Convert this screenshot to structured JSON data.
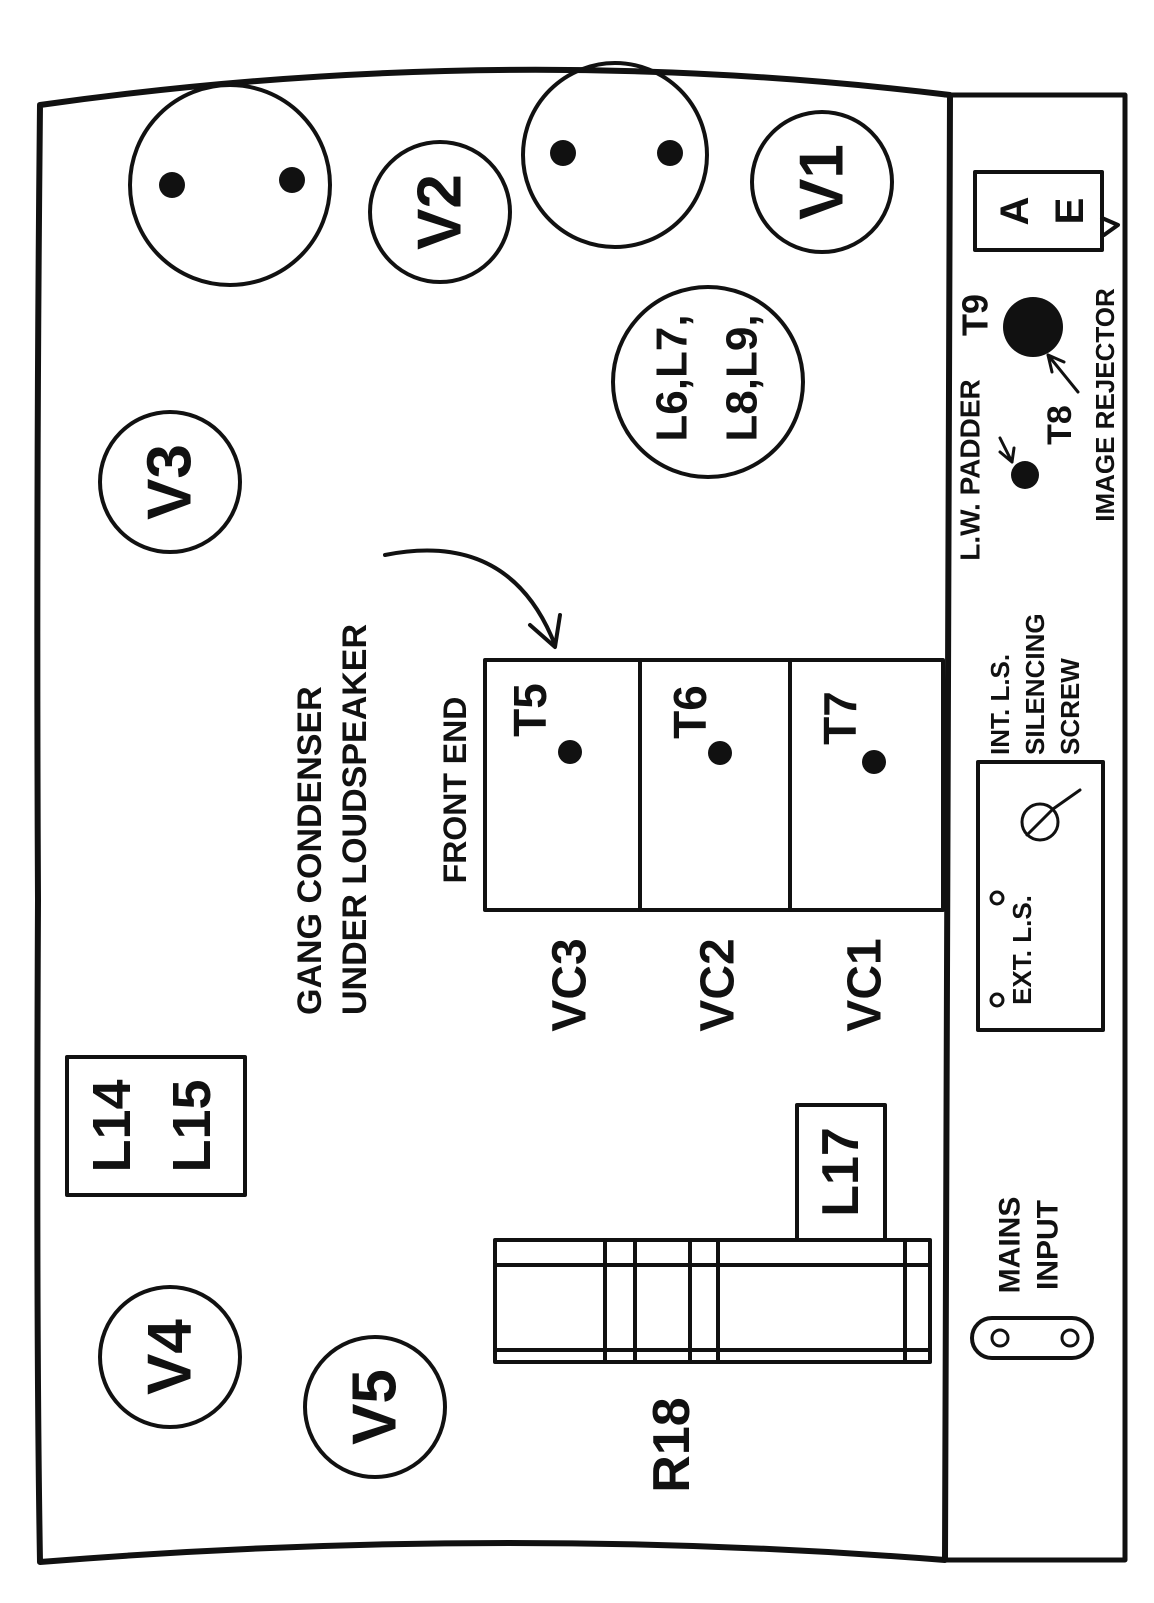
{
  "valves": {
    "v1": "V1",
    "v2": "V2",
    "v3": "V3",
    "v4": "V4",
    "v5": "V5"
  },
  "coils": {
    "l6_l9_line1": "L6,L7,",
    "l6_l9_line2": "L8,L9,",
    "l14": "L14",
    "l15": "L15",
    "l17": "L17"
  },
  "resistor": {
    "r18": "R18"
  },
  "gang": {
    "heading_line1": "GANG CONDENSER",
    "heading_line2": "UNDER LOUDSPEAKER",
    "front_end": "FRONT END",
    "trimmers": [
      "T5",
      "T6",
      "T7"
    ],
    "sections": [
      "VC3",
      "VC2",
      "VC1"
    ]
  },
  "panel": {
    "terminal_a": "A",
    "terminal_e": "E",
    "t9": "T9",
    "t8": "T8",
    "lw_padder": "L.W. PADDER",
    "image_rejector": "IMAGE REJECTOR",
    "int_ls_line1": "INT. L.S.",
    "int_ls_line2": "SILENCING",
    "int_ls_line3": "SCREW",
    "ext_ls": "EXT. L.S.",
    "mains_line1": "MAINS",
    "mains_line2": "INPUT"
  }
}
